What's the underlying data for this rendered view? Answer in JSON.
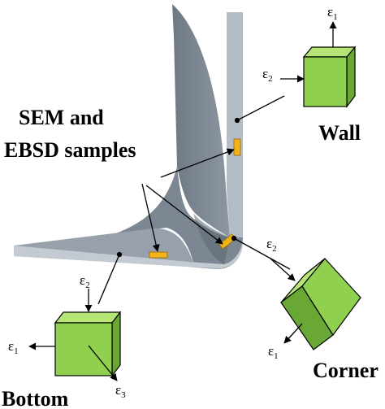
{
  "labels": {
    "samples_line1": "SEM and",
    "samples_line2": "EBSD samples",
    "wall": "Wall",
    "corner": "Corner",
    "bottom": "Bottom"
  },
  "strain_symbol": "ε",
  "strain_subscripts": {
    "e1": "1",
    "e2": "2",
    "e3": "3"
  },
  "colors": {
    "cube_face": "#8fd14f",
    "cube_top": "#b5e675",
    "cube_side": "#6aa836",
    "part_front": "#7d8793",
    "part_side": "#b4bcc5",
    "part_dark": "#5d6670",
    "sample": "#f2b21a"
  }
}
